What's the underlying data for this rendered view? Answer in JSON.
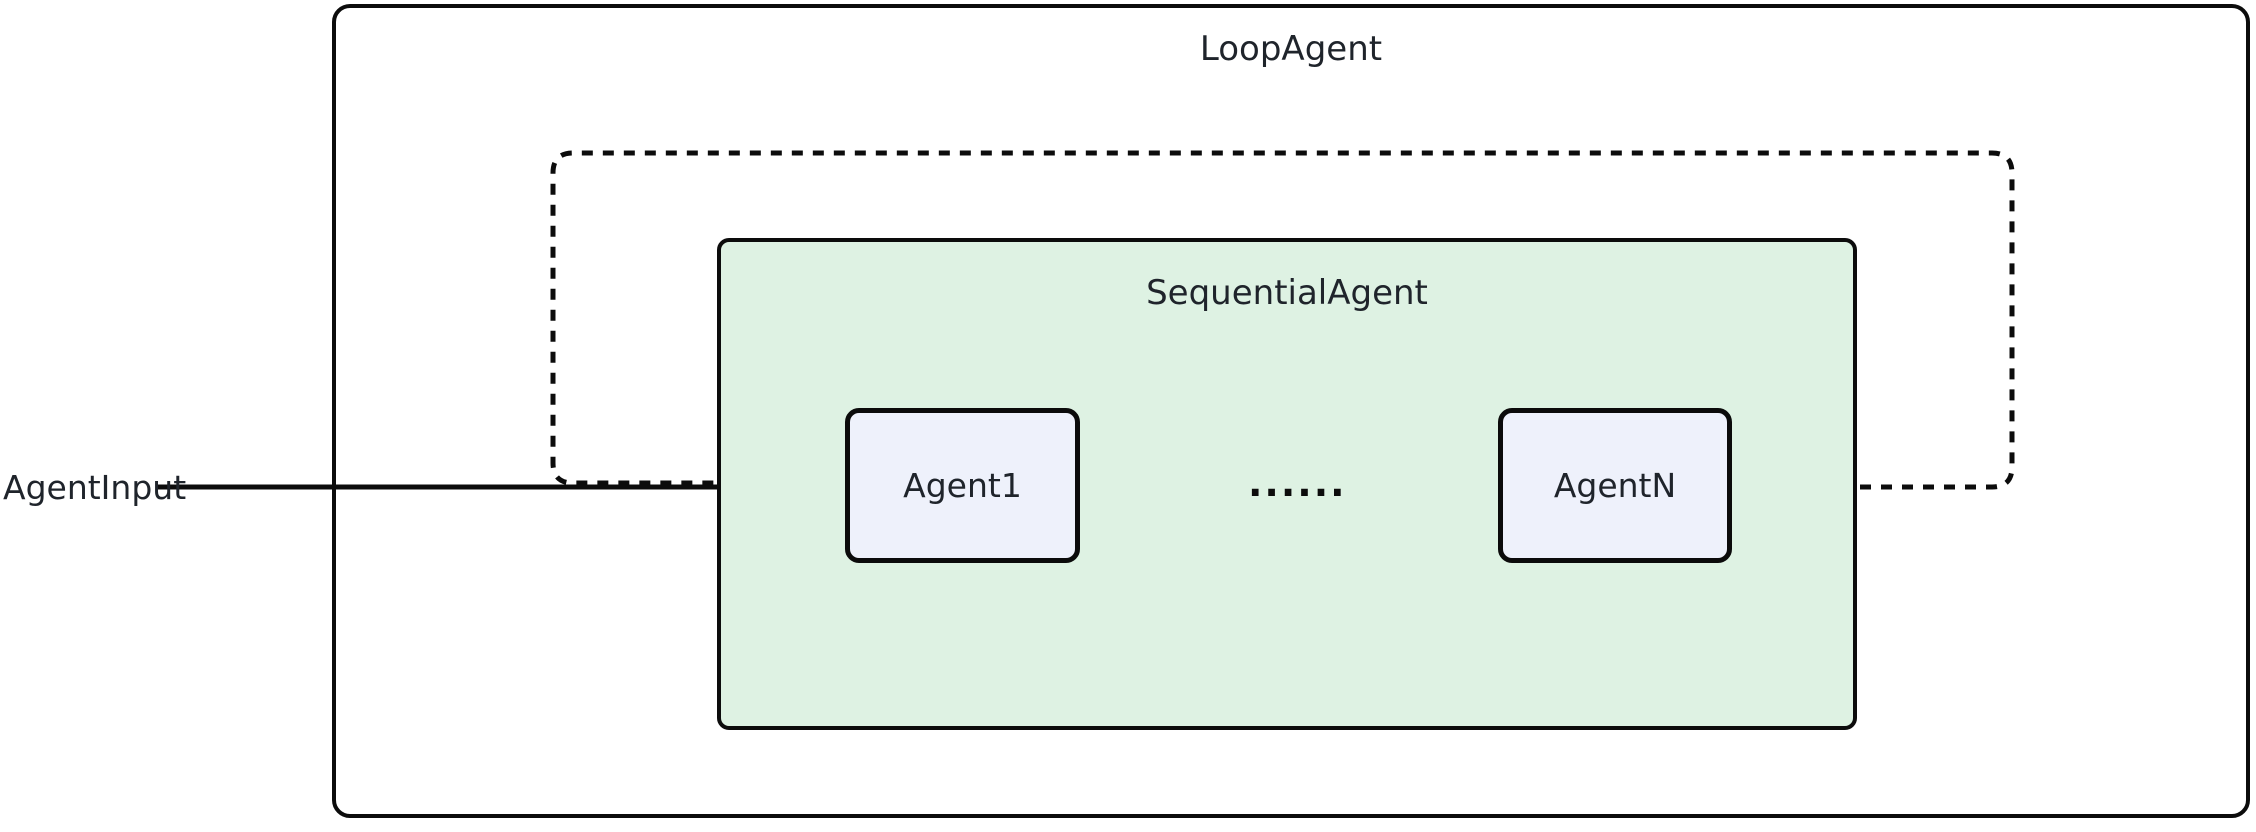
{
  "diagram": {
    "type": "flowchart",
    "outer_group": {
      "label": "LoopAgent"
    },
    "subgraph": {
      "label": "SequentialAgent"
    },
    "nodes": [
      {
        "id": "agent1",
        "label": "Agent1"
      },
      {
        "id": "agentn",
        "label": "AgentN"
      }
    ],
    "ellipsis_label": "......",
    "input_label": "AgentInput",
    "edges": [
      {
        "from": "AgentInput",
        "to": "Agent1",
        "style": "solid",
        "arrowhead": "chevron"
      },
      {
        "from": "Agent1",
        "to": "......",
        "style": "solid",
        "arrowhead": "chevron"
      },
      {
        "from": "......",
        "to": "AgentN",
        "style": "solid",
        "arrowhead": "chevron"
      },
      {
        "from": "AgentN",
        "to": "Agent1",
        "style": "dashed",
        "arrowhead": "none"
      }
    ],
    "colors": {
      "subgraph_fill": "#def2e3",
      "node_fill": "#eef1fb",
      "line": "#0c0c0c",
      "text": "#1f242b",
      "background": "#ffffff"
    }
  }
}
